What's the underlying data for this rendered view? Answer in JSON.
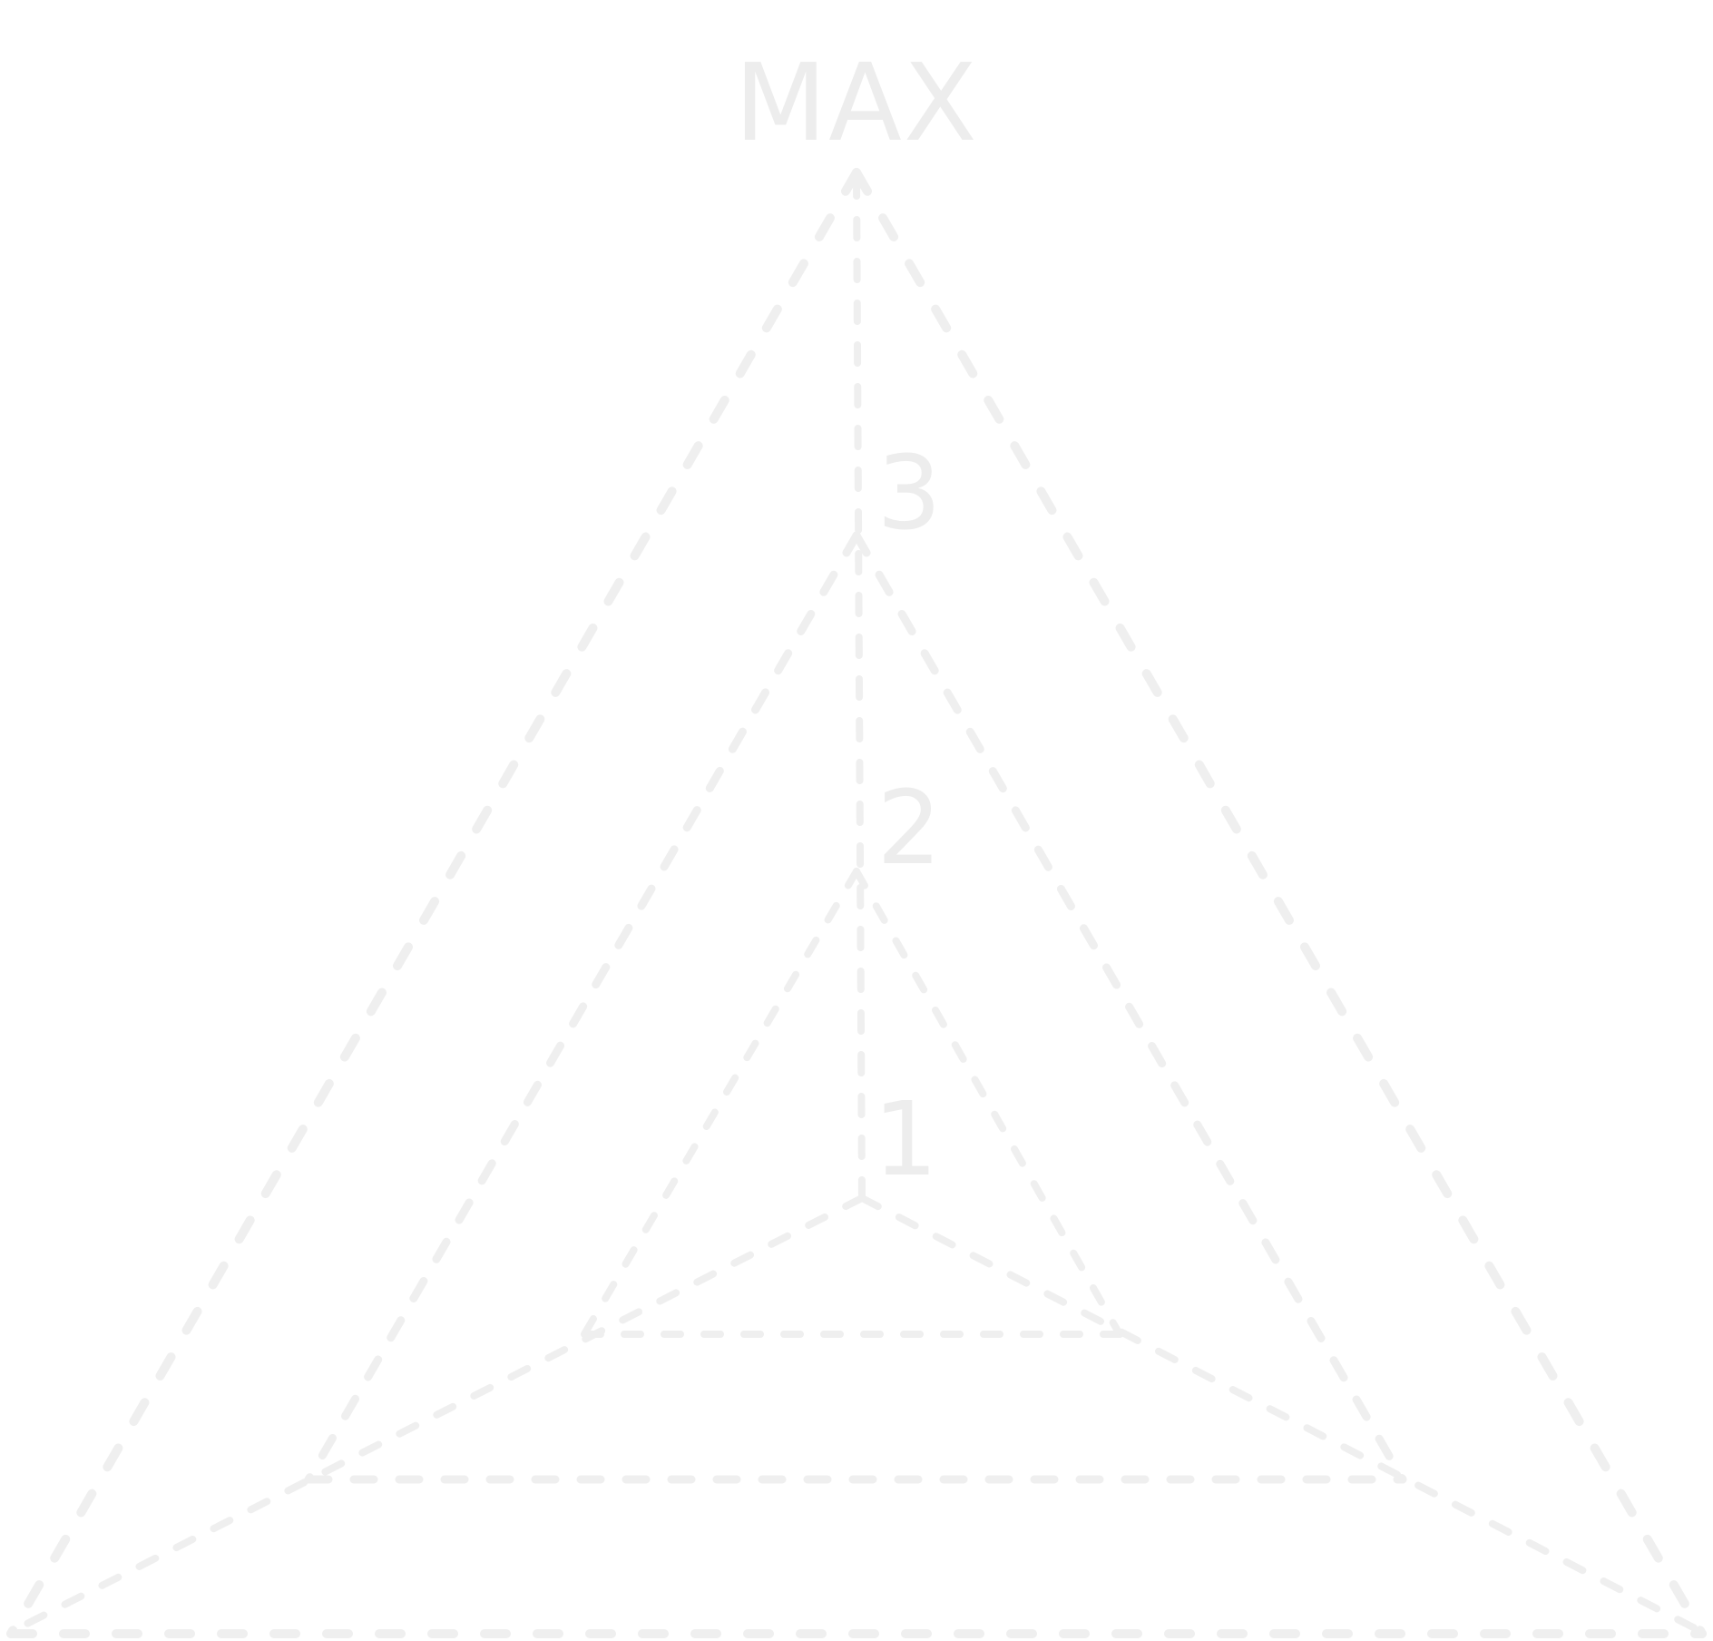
{
  "diagram": {
    "title": "MAX",
    "levels": [
      {
        "label": "1"
      },
      {
        "label": "2"
      },
      {
        "label": "3"
      }
    ],
    "colors": {
      "line": "#efefef",
      "text": "#ededed",
      "background": "#ffffff"
    }
  }
}
